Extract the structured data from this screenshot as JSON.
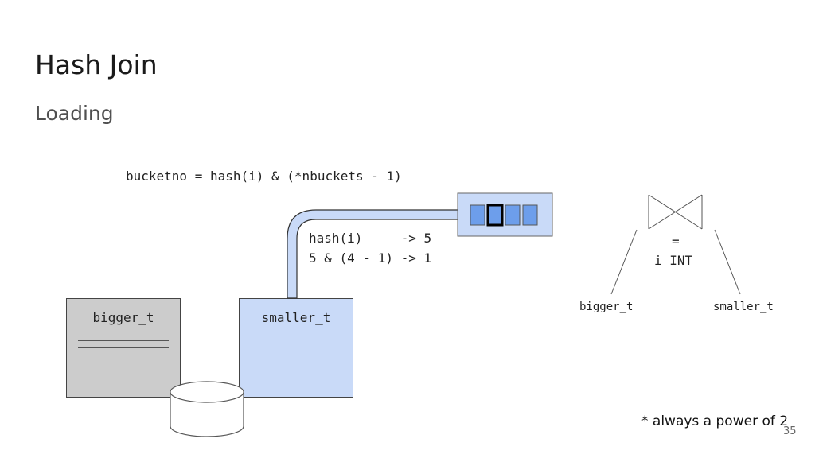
{
  "slide": {
    "title": "Hash Join",
    "subtitle": "Loading",
    "page_number": "35",
    "footnote": "* always a power of 2"
  },
  "formula": "bucketno = hash(i) & (*nbuckets - 1)",
  "calculation": {
    "line1": "hash(i)     -> 5",
    "line2": "5 & (4 - 1) -> 1"
  },
  "tables": {
    "bigger": "bigger_t",
    "smaller": "smaller_t"
  },
  "plan_tree": {
    "operator": "=",
    "condition": "i INT",
    "left_child": "bigger_t",
    "right_child": "smaller_t"
  },
  "hash_table": {
    "bucket_count": 4,
    "highlighted_bucket": 1
  },
  "colors": {
    "bucket_fill": "#6d9eeb",
    "hash_table_bg": "#c9daf8",
    "arrow_fill": "#c9daf8",
    "bigger_table_bg": "#cccccc",
    "smaller_table_bg": "#c9daf8"
  }
}
